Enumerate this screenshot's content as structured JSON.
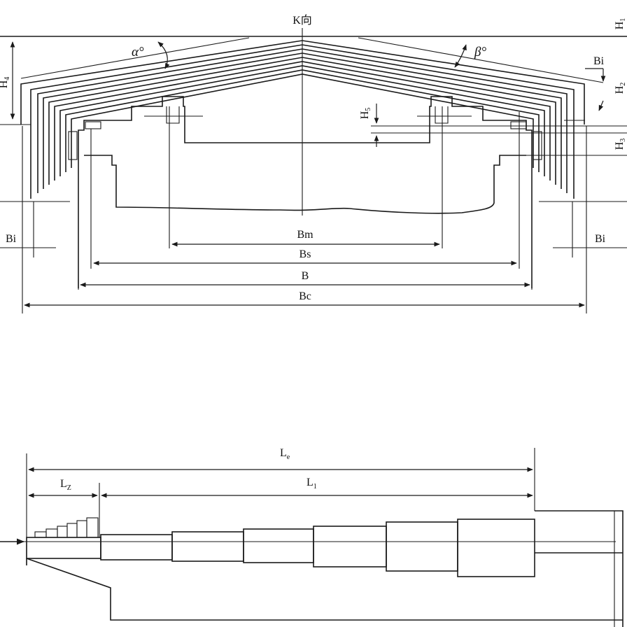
{
  "cross_section": {
    "direction_label": "K向",
    "angle_left": "α°",
    "angle_right": "β°",
    "dim_bi_top_right": "Bi",
    "dim_bi_left": "Bi",
    "dim_bi_right": "Bi",
    "dim_bm": "Bm",
    "dim_bs": "Bs",
    "dim_b": "B",
    "dim_bc": "Bc",
    "h4_main": "H",
    "h4_sub": "4",
    "h5_main": "H",
    "h5_sub": "5",
    "h_top_main": "H",
    "h_top_sub": "1",
    "h_mid_main": "H",
    "h_mid_sub": "2",
    "h_low_main": "H",
    "h_low_sub": "3"
  },
  "longitudinal_section": {
    "le_main": "L",
    "le_sub": "e",
    "lz_main": "L",
    "lz_sub": "Z",
    "l1_main": "L",
    "l1_sub": "1"
  }
}
